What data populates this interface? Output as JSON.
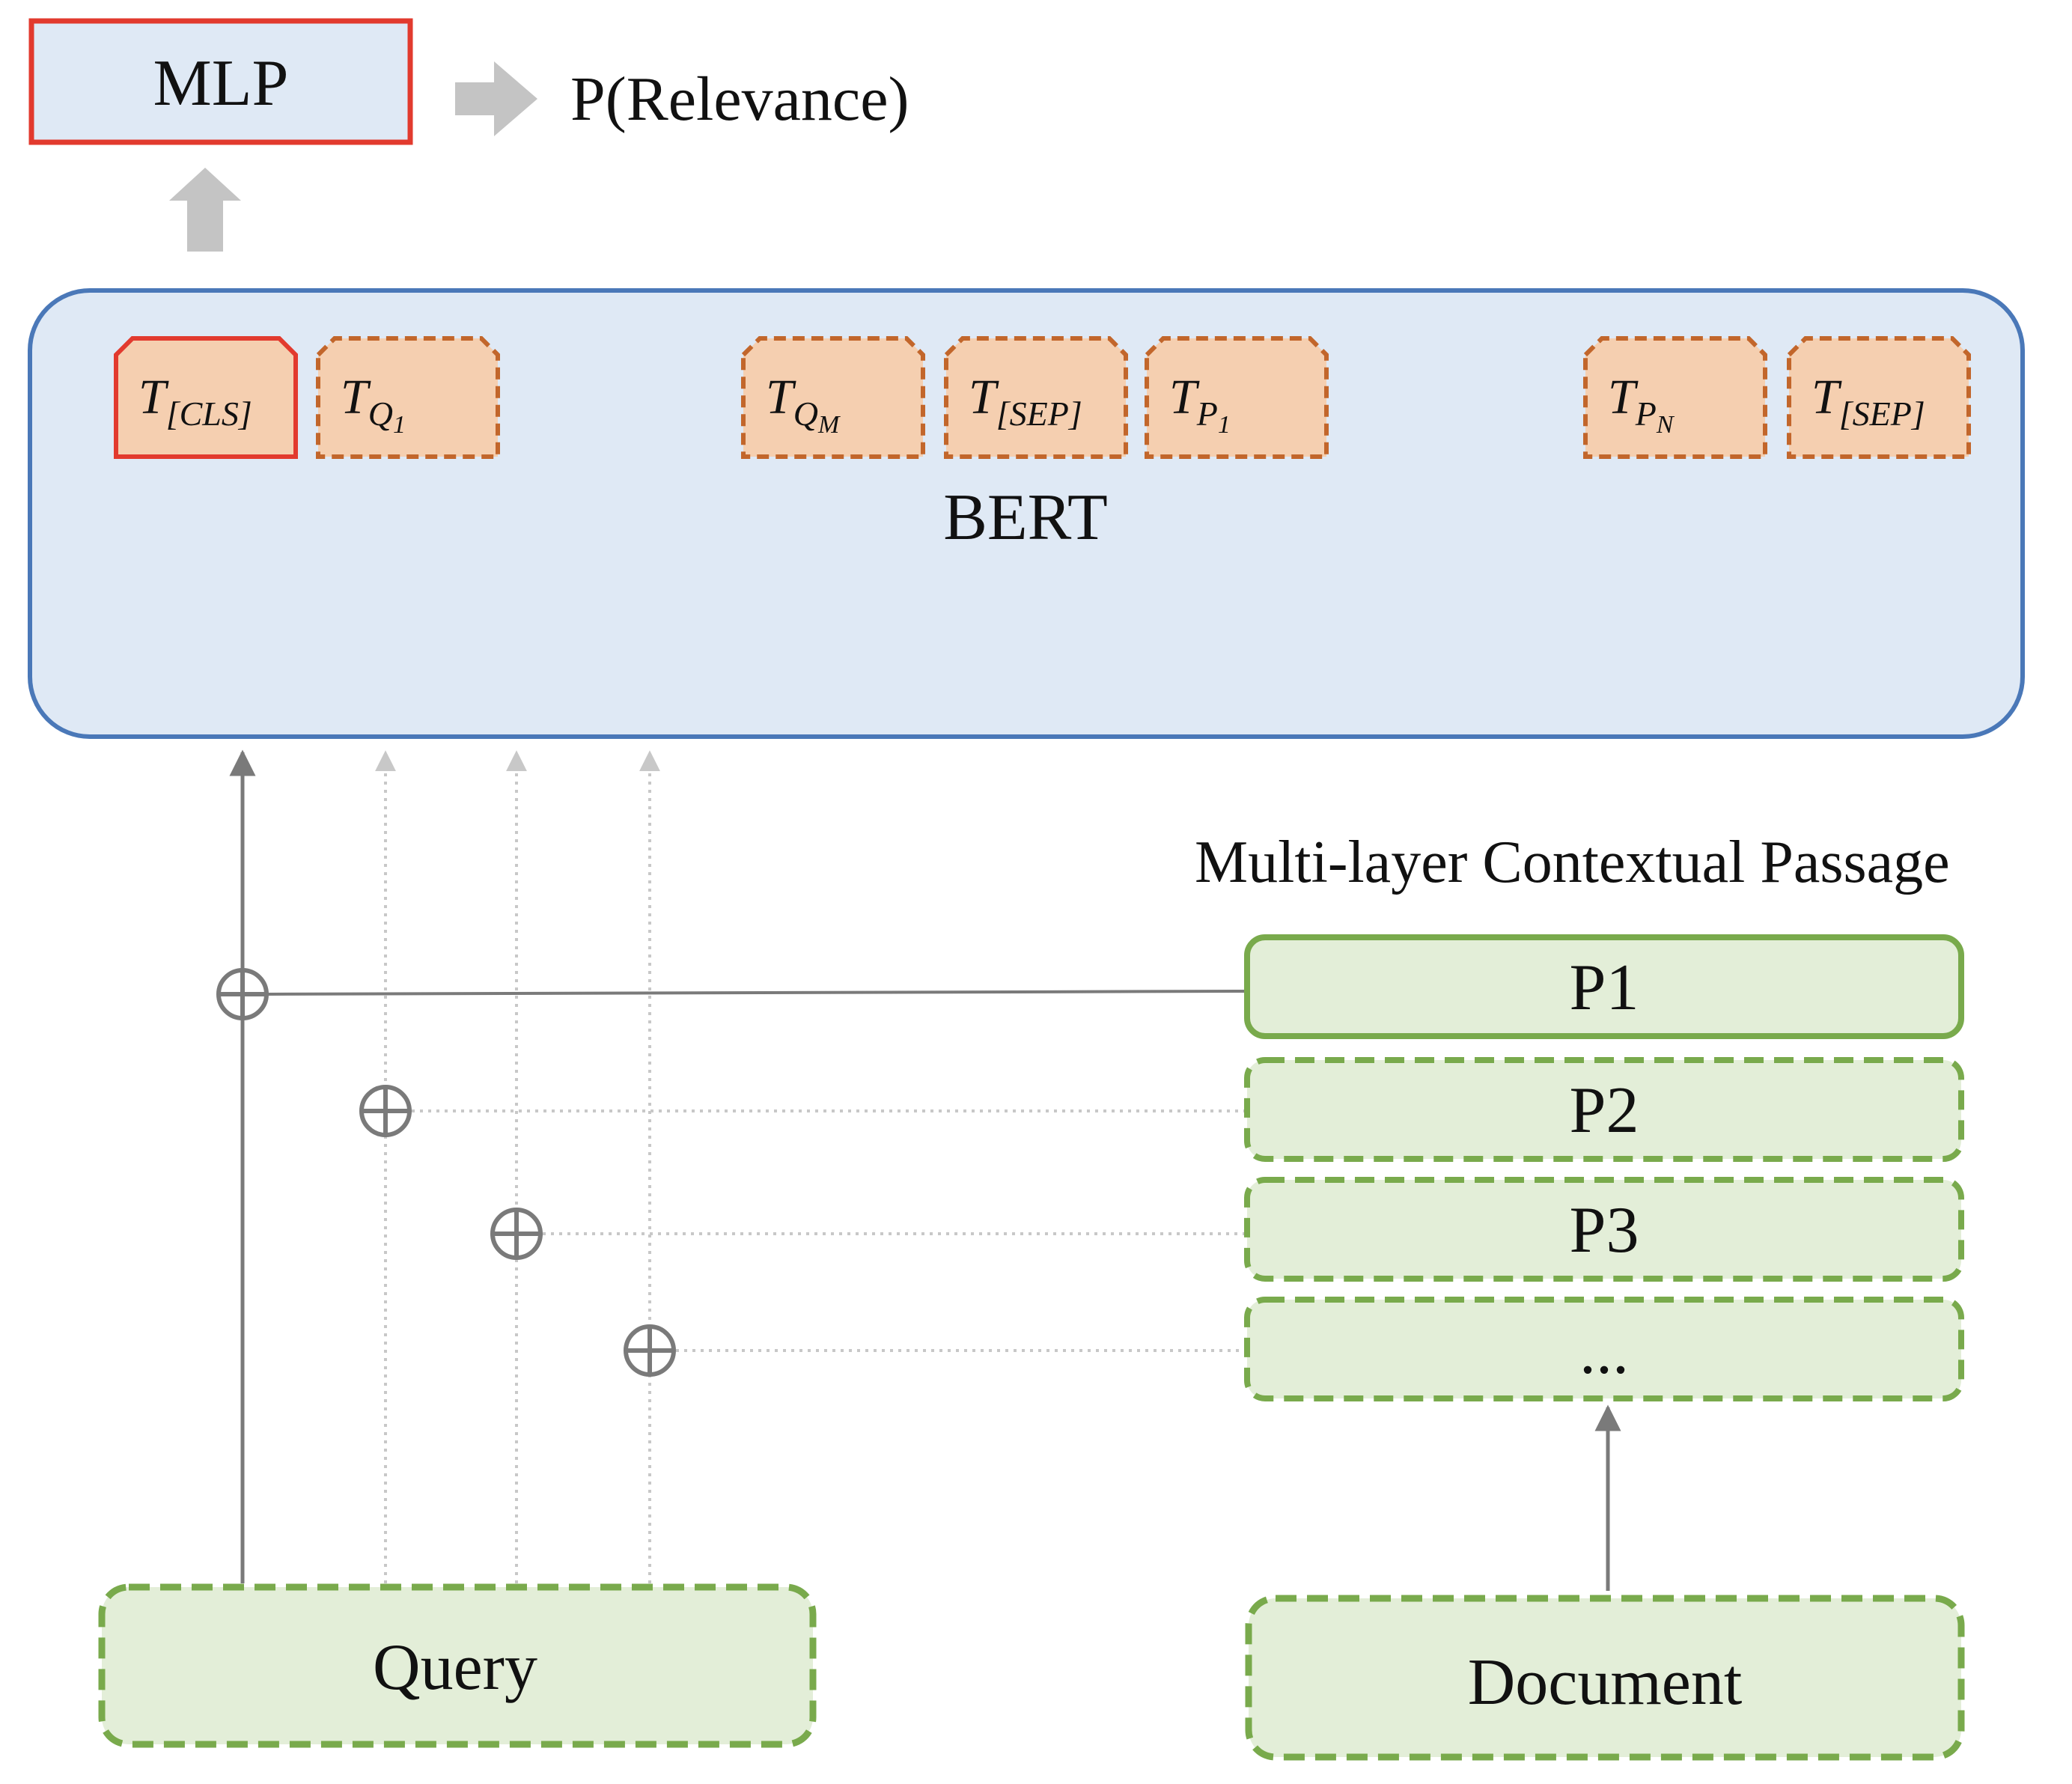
{
  "mlp": {
    "label": "MLP"
  },
  "output": {
    "label": "P(Relevance)"
  },
  "bert": {
    "label": "BERT"
  },
  "tokens": [
    {
      "main": "T",
      "sub": "[CLS]",
      "subsub": "",
      "style": "highlight"
    },
    {
      "main": "T",
      "sub": "Q",
      "subsub": "1",
      "style": "dashed"
    },
    {
      "main": "T",
      "sub": "Q",
      "subsub": "M",
      "style": "dashed"
    },
    {
      "main": "T",
      "sub": "[SEP]",
      "subsub": "",
      "style": "dashed"
    },
    {
      "main": "T",
      "sub": "P",
      "subsub": "1",
      "style": "dashed"
    },
    {
      "main": "T",
      "sub": "P",
      "subsub": "N",
      "style": "dashed"
    },
    {
      "main": "T",
      "sub": "[SEP]",
      "subsub": "",
      "style": "dashed"
    }
  ],
  "passages": {
    "title": "Multi-layer Contextual Passage",
    "items": [
      {
        "label": "P1",
        "style": "solid"
      },
      {
        "label": "P2",
        "style": "dashed"
      },
      {
        "label": "P3",
        "style": "dashed"
      },
      {
        "label": "...",
        "style": "dashed"
      }
    ]
  },
  "query": {
    "label": "Query"
  },
  "document": {
    "label": "Document"
  },
  "combine_symbol": "⊕",
  "colors": {
    "bert_fill": "#dfe9f5",
    "bert_stroke": "#4a78b8",
    "token_fill": "#f5cfb0",
    "token_stroke": "#c2662b",
    "highlight_stroke": "#e23a2e",
    "green_fill": "#e3eed8",
    "green_stroke": "#79aa4c",
    "arrow_gray": "#c4c4c4",
    "line_dark": "#7a7a7a"
  }
}
